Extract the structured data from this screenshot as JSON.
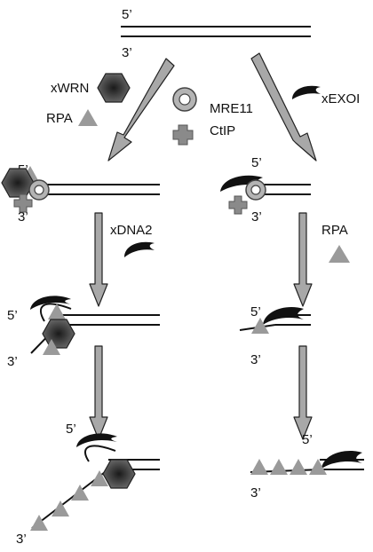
{
  "top": {
    "five": "5’",
    "three": "3’"
  },
  "legend": {
    "xwrn": "xWRN",
    "rpa": "RPA",
    "mre11": "MRE11",
    "ctip": "CtIP",
    "xexoi": "xEXOI"
  },
  "left": {
    "s1_five": "5’",
    "s1_three": "3’",
    "dna2": "xDNA2",
    "s2_five": "5’",
    "s2_three": "3’",
    "s3_five": "5’",
    "s3_three": "3’"
  },
  "right": {
    "s1_five": "5’",
    "s1_three": "3’",
    "rpa": "RPA",
    "s2_five": "5’",
    "s2_three": "3’",
    "s3_five": "5’",
    "s3_three": "3’"
  },
  "colors": {
    "arrow_fill": "#a8a8a8",
    "hexagon_dark": "#3c3c3c",
    "triangle": "#9a9a9a",
    "crescent": "#111111",
    "ring": "#b4b4b4",
    "cross": "#8a8a8a"
  }
}
